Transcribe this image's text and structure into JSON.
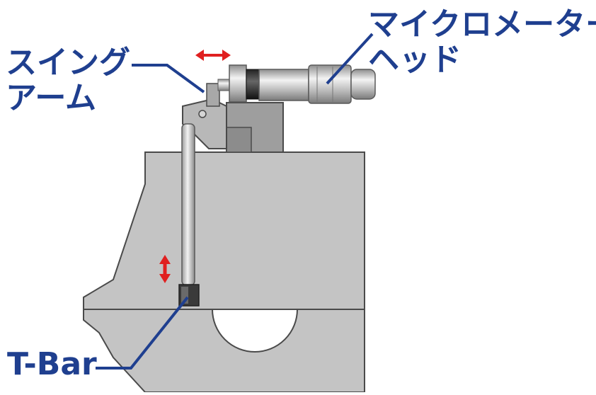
{
  "labels": {
    "swing_arm_line1": "スイング",
    "swing_arm_line2": "アーム",
    "micrometer_line1": "マイクロメーター",
    "micrometer_line2": "ヘッド",
    "t_bar": "T-Bar"
  },
  "colors": {
    "label_text": "#1f3f8f",
    "leader_line": "#1f3f8f",
    "arrow": "#e02020",
    "body": "#bfbfbf",
    "outline": "#4a4a4a"
  },
  "icons": {
    "horizontal_arrow": "double-headed-horizontal-arrow",
    "vertical_arrow": "double-headed-vertical-arrow"
  }
}
